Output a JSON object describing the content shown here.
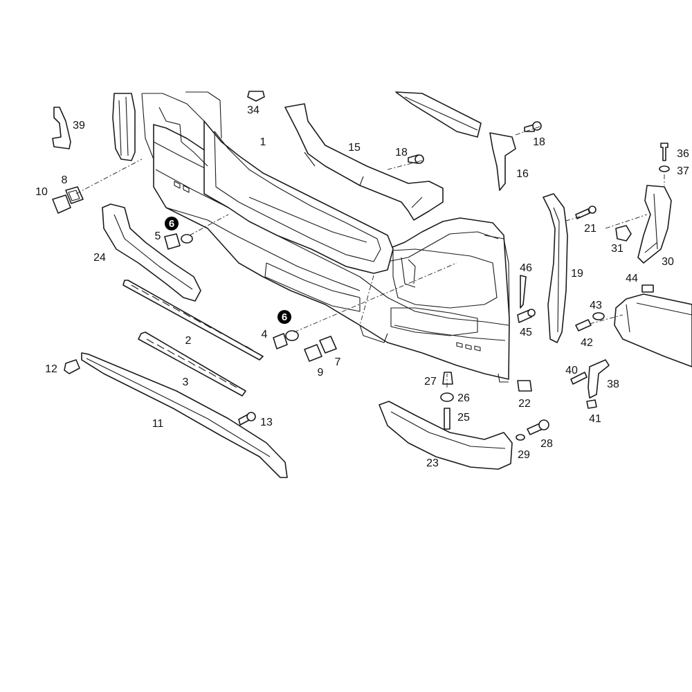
{
  "parts": [
    {
      "id": "p1",
      "label": "1"
    },
    {
      "id": "p2",
      "label": "2"
    },
    {
      "id": "p3",
      "label": "3"
    },
    {
      "id": "p4",
      "label": "4"
    },
    {
      "id": "p5",
      "label": "5"
    },
    {
      "id": "p6a",
      "label": "6",
      "highlighted": true
    },
    {
      "id": "p6b",
      "label": "6",
      "highlighted": true
    },
    {
      "id": "p7",
      "label": "7"
    },
    {
      "id": "p8",
      "label": "8"
    },
    {
      "id": "p9",
      "label": "9"
    },
    {
      "id": "p10",
      "label": "10"
    },
    {
      "id": "p11",
      "label": "11"
    },
    {
      "id": "p12",
      "label": "12"
    },
    {
      "id": "p13",
      "label": "13"
    },
    {
      "id": "p15",
      "label": "15"
    },
    {
      "id": "p16",
      "label": "16"
    },
    {
      "id": "p18a",
      "label": "18"
    },
    {
      "id": "p18b",
      "label": "18"
    },
    {
      "id": "p19",
      "label": "19"
    },
    {
      "id": "p21",
      "label": "21"
    },
    {
      "id": "p22",
      "label": "22"
    },
    {
      "id": "p23",
      "label": "23"
    },
    {
      "id": "p24",
      "label": "24"
    },
    {
      "id": "p25",
      "label": "25"
    },
    {
      "id": "p26",
      "label": "26"
    },
    {
      "id": "p27",
      "label": "27"
    },
    {
      "id": "p28",
      "label": "28"
    },
    {
      "id": "p29",
      "label": "29"
    },
    {
      "id": "p30",
      "label": "30"
    },
    {
      "id": "p31",
      "label": "31"
    },
    {
      "id": "p34",
      "label": "34"
    },
    {
      "id": "p36",
      "label": "36"
    },
    {
      "id": "p37",
      "label": "37"
    },
    {
      "id": "p38",
      "label": "38"
    },
    {
      "id": "p39",
      "label": "39"
    },
    {
      "id": "p40",
      "label": "40"
    },
    {
      "id": "p41",
      "label": "41"
    },
    {
      "id": "p42",
      "label": "42"
    },
    {
      "id": "p43",
      "label": "43"
    },
    {
      "id": "p44",
      "label": "44"
    },
    {
      "id": "p45",
      "label": "45"
    },
    {
      "id": "p46",
      "label": "46"
    }
  ],
  "colors": {
    "line": "#1a1a1a",
    "background": "#ffffff",
    "highlight": "#000000"
  }
}
